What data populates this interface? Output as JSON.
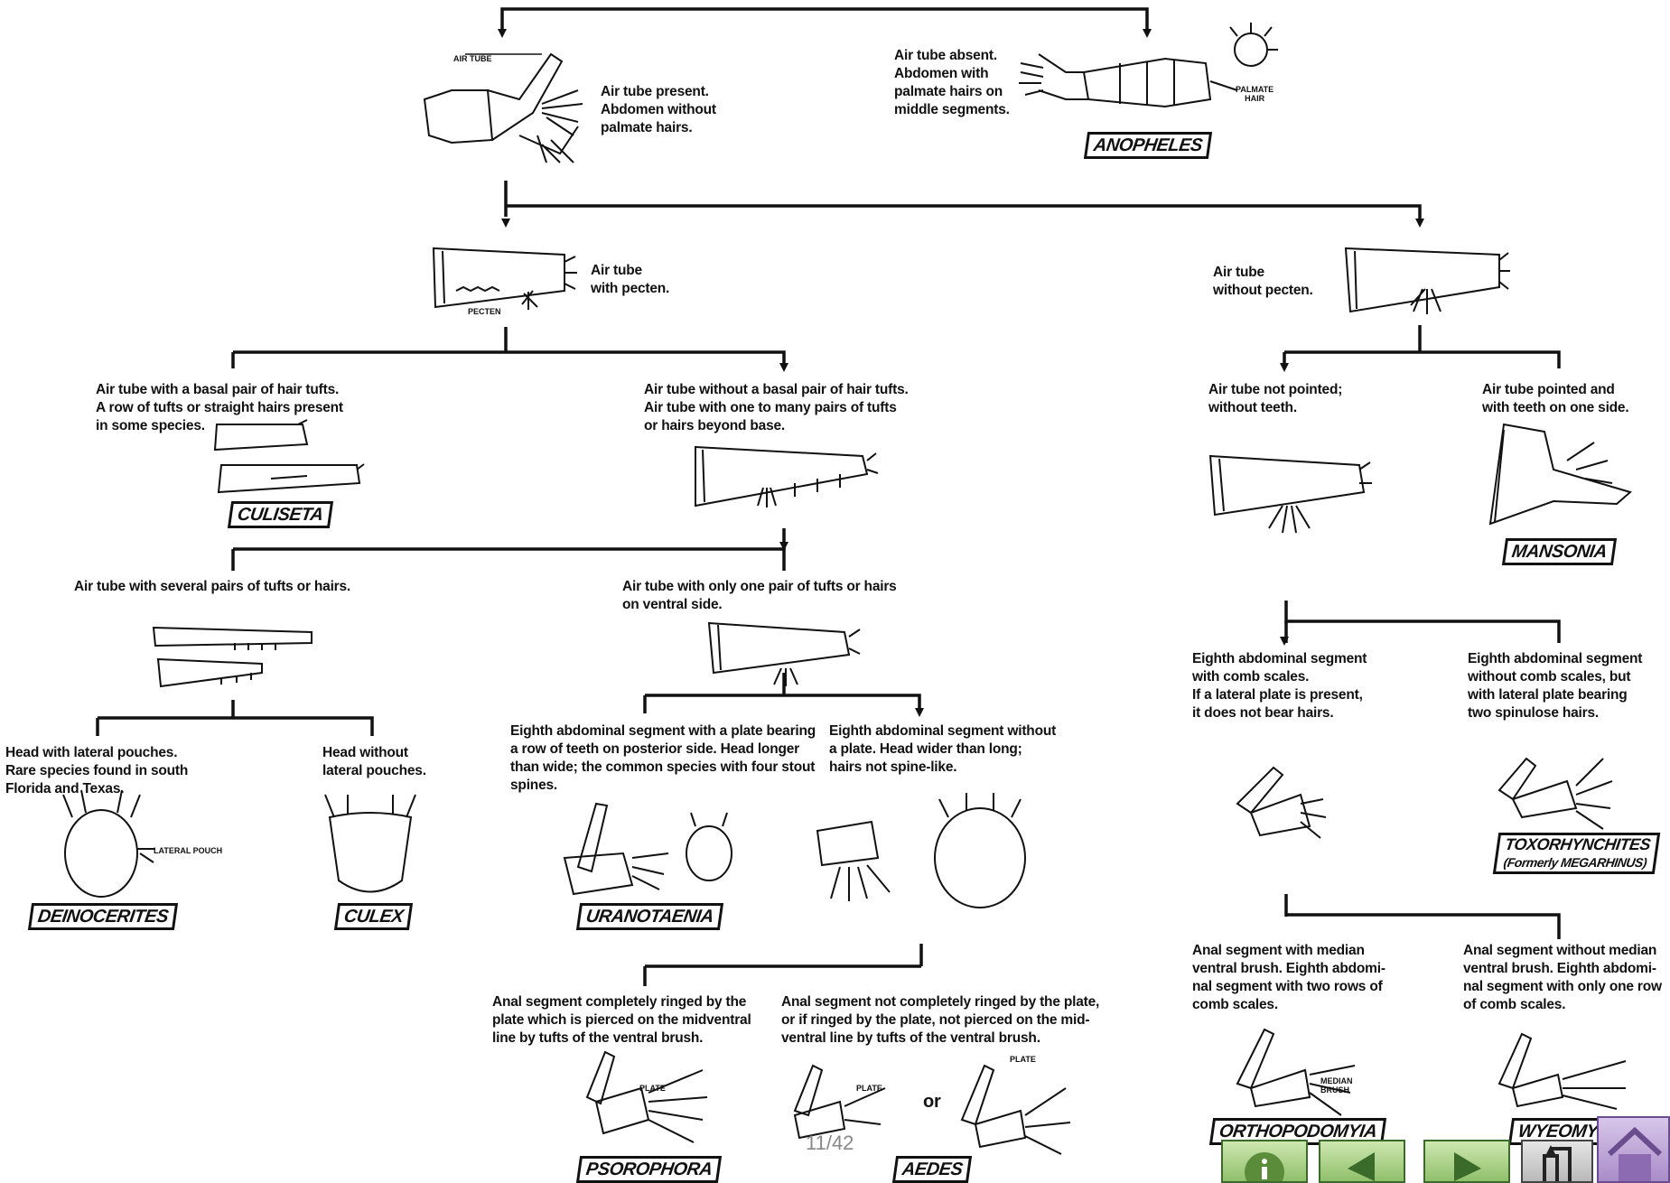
{
  "labels": {
    "air_tube_tag": "AIR TUBE",
    "air_tube_present": "Air tube present.\nAbdomen without\npalmate hairs.",
    "air_tube_absent": "Air tube absent.\nAbdomen with\npalmate hairs on\nmiddle segments.",
    "palmate_hair_tag": "PALMATE\nHAIR",
    "with_pecten": "Air tube\nwith pecten.",
    "pecten_tag": "PECTEN",
    "without_pecten": "Air tube\nwithout pecten.",
    "basal_pair": "Air tube with a basal pair of hair tufts.\nA row of tufts or straight hairs present\nin some species.",
    "no_basal_pair": "Air tube without a basal pair of hair tufts.\nAir tube with one to many pairs of tufts\nor hairs beyond base.",
    "not_pointed": "Air tube not pointed;\nwithout teeth.",
    "pointed": "Air tube pointed and\nwith teeth on one side.",
    "several_pairs": "Air tube with several pairs of tufts or hairs.",
    "one_pair": "Air tube with only one pair of tufts or hairs\non ventral side.",
    "comb_scales": "Eighth abdominal segment\nwith comb scales.\nIf a lateral plate is present,\nit does not bear hairs.",
    "no_comb_scales": "Eighth abdominal segment\nwithout comb scales, but\nwith lateral plate bearing\ntwo spinulose hairs.",
    "lateral_pouches": "Head with lateral pouches.\nRare species found in south\nFlorida and Texas.",
    "no_pouches": "Head without\nlateral pouches.",
    "lateral_pouch_tag": "LATERAL POUCH",
    "plate_teeth": "Eighth abdominal segment with a plate bearing\na row of teeth on posterior side. Head longer\nthan wide; the common species with four stout\nspines.",
    "no_plate": "Eighth abdominal segment without\na plate. Head wider than long;\nhairs not spine-like.",
    "median_brush": "Anal segment with median\nventral brush. Eighth abdomi-\nnal segment with two rows of\ncomb scales.",
    "no_median_brush": "Anal segment without median\nventral brush. Eighth abdomi-\nnal segment with only one row\nof comb scales.",
    "ringed": "Anal segment completely ringed by the\nplate which is pierced on the midventral\nline by tufts of the ventral brush.",
    "not_ringed": "Anal segment not completely ringed by the plate,\nor if ringed by the plate, not pierced on the mid-\nventral line by tufts of the ventral brush.",
    "plate_tag": "PLATE",
    "or_word": "or",
    "median_brush_tag": "MEDIAN\nBRUSH"
  },
  "genera": {
    "anopheles": "ANOPHELES",
    "culiseta": "CULISETA",
    "mansonia": "MANSONIA",
    "deinocerites": "DEINOCERITES",
    "culex": "CULEX",
    "uranotaenia": "URANOTAENIA",
    "toxorhynchites": "TOXORHYNCHITES",
    "toxorhynchites_note": "(Formerly MEGARHINUS)",
    "orthopodomyia": "ORTHOPODOMYIA",
    "wyeomyia": "WYEOMY",
    "psorophora": "PSOROPHORA",
    "aedes": "AEDES"
  },
  "page_counter": "11/42",
  "nav": {
    "colors": {
      "button_fill": "#a9d48a",
      "button_border": "#3a6b2a",
      "line": "#111111"
    },
    "icons": [
      "info-icon",
      "back-arrow-icon",
      "forward-arrow-icon",
      "return-icon",
      "home-icon"
    ]
  }
}
